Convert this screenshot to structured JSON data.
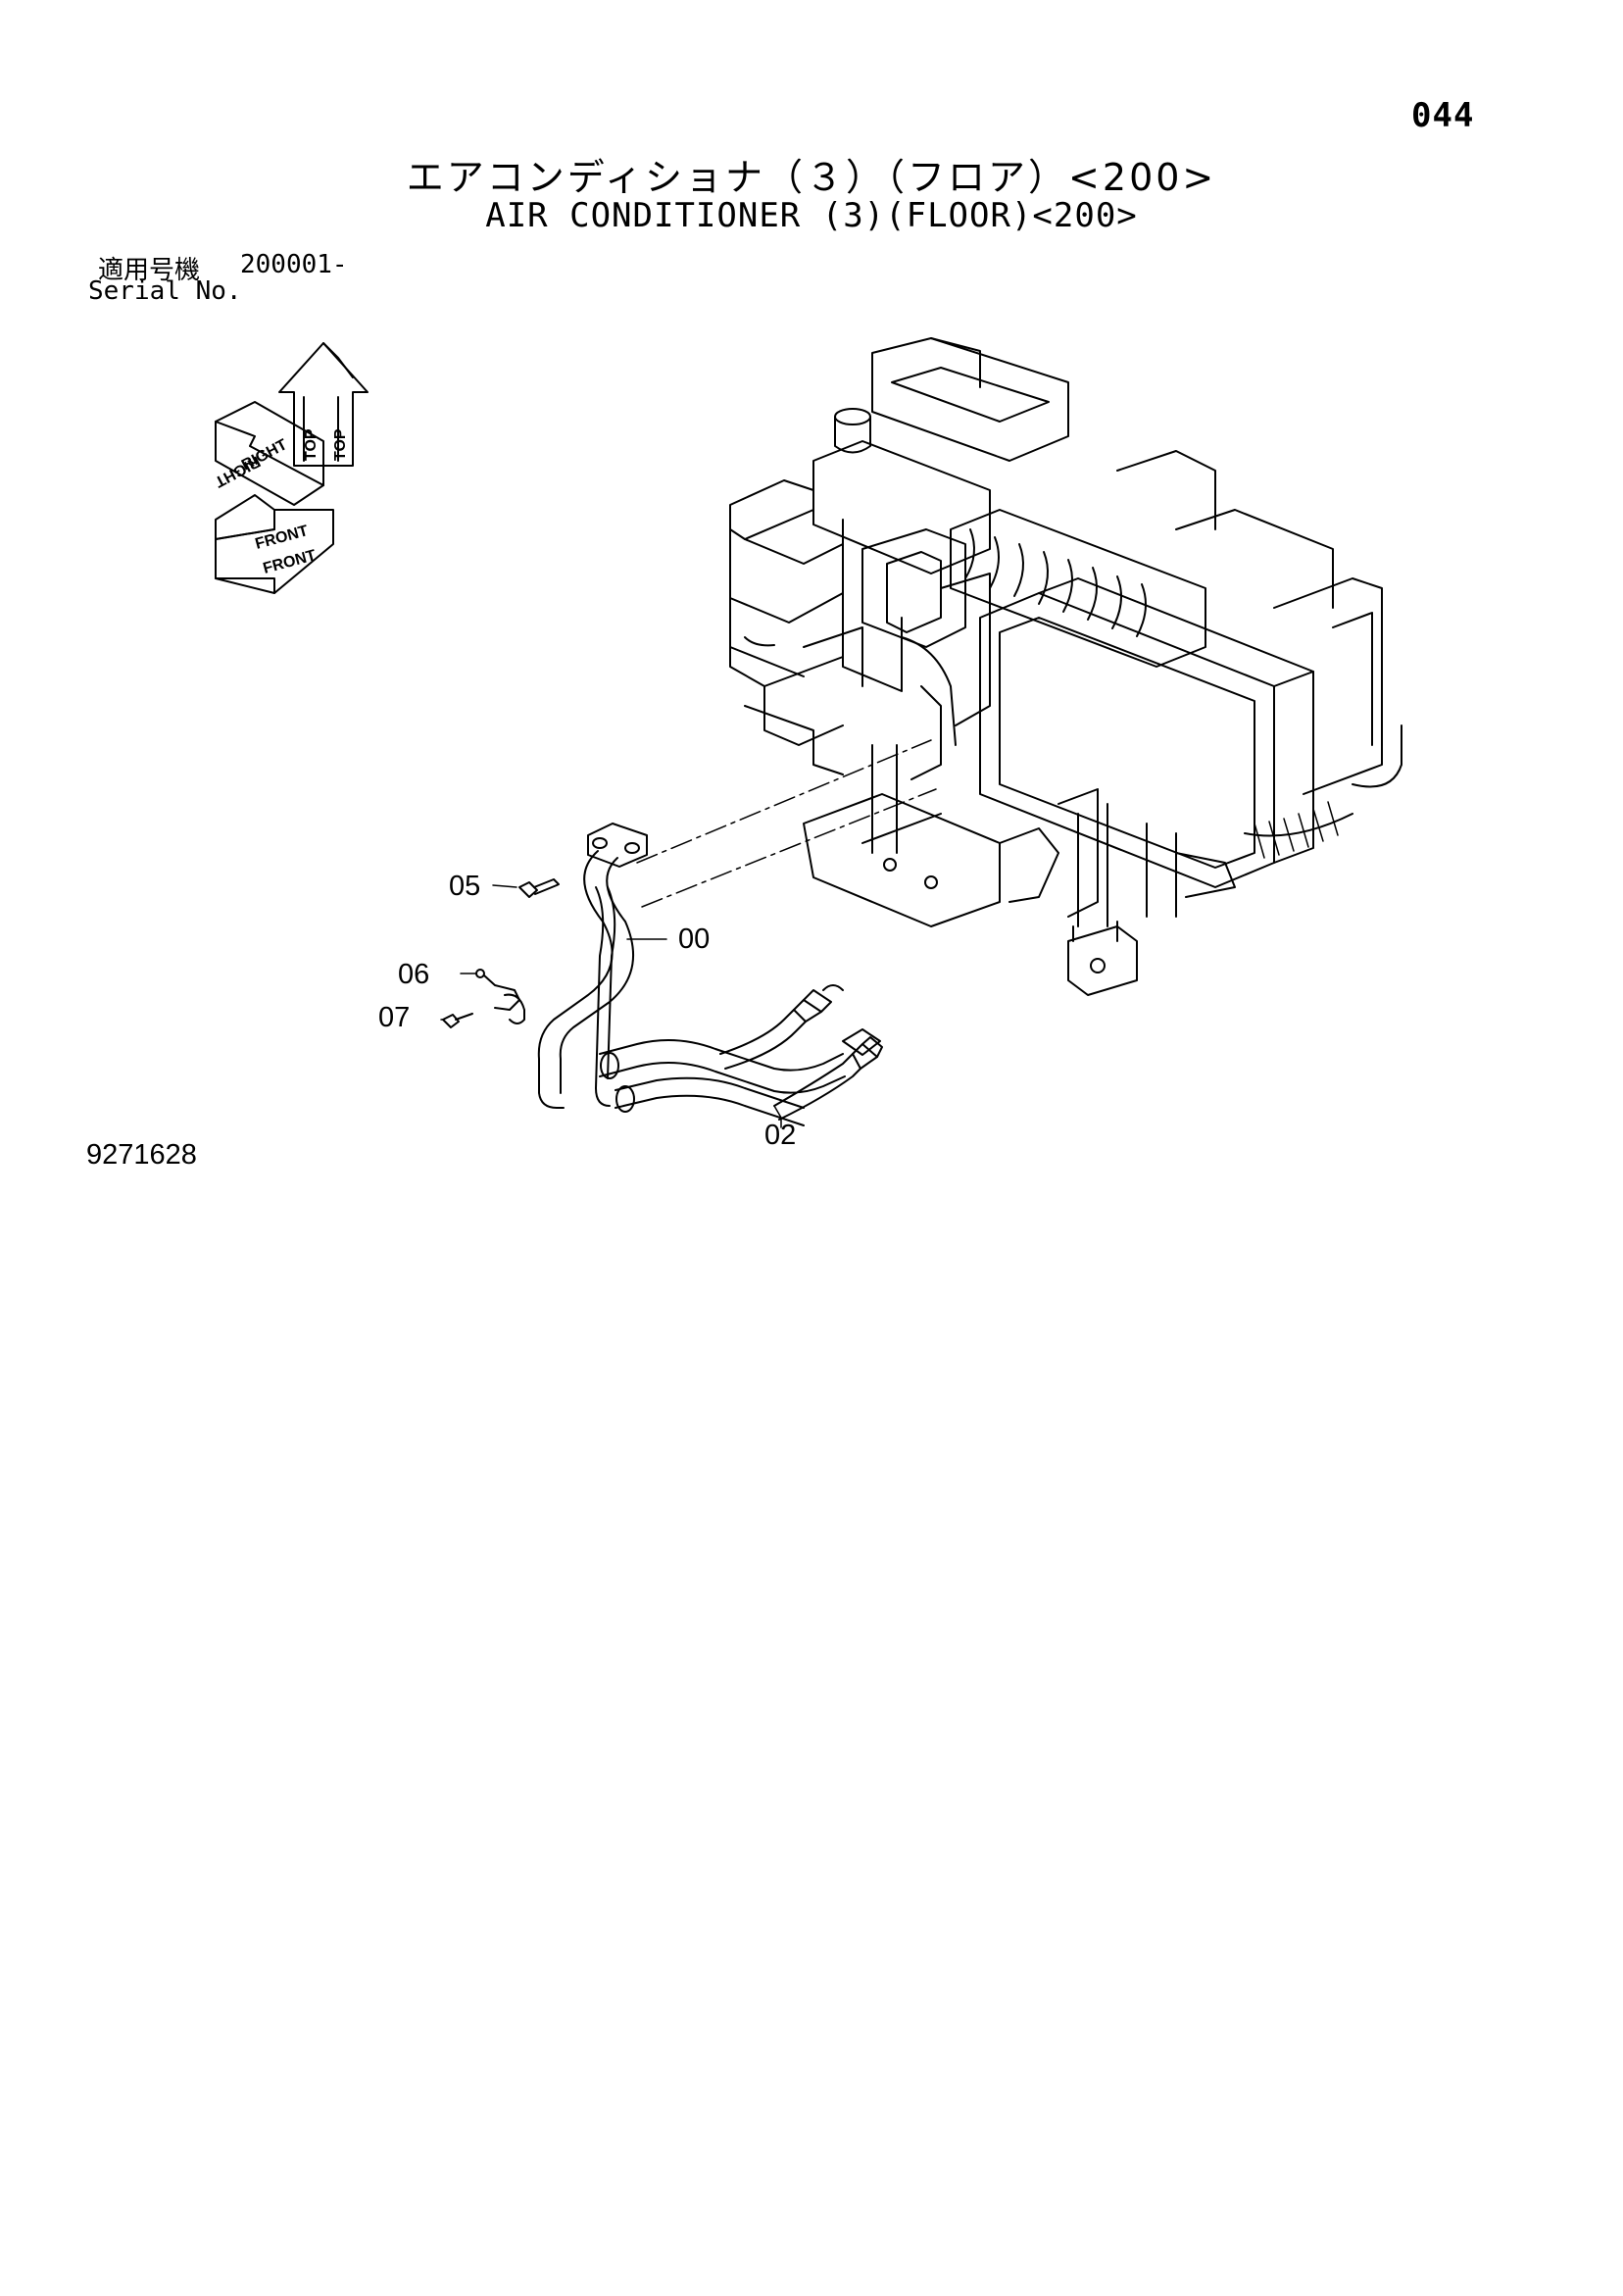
{
  "page": {
    "number": "044",
    "title_jp": "エアコンディショナ（３）（フロア）<200>",
    "title_en": "AIR CONDITIONER (3)(FLOOR)<200>",
    "serial_label_jp": "適用号機",
    "serial_value": "200001-",
    "serial_label_en": "Serial No.",
    "figure_number": "9271628"
  },
  "orientation": {
    "labels": [
      "TOP",
      "RIGHT",
      "FRONT"
    ]
  },
  "callouts": [
    {
      "id": "05",
      "label": "05"
    },
    {
      "id": "00",
      "label": "00"
    },
    {
      "id": "06",
      "label": "06"
    },
    {
      "id": "07",
      "label": "07"
    },
    {
      "id": "02",
      "label": "02"
    }
  ]
}
